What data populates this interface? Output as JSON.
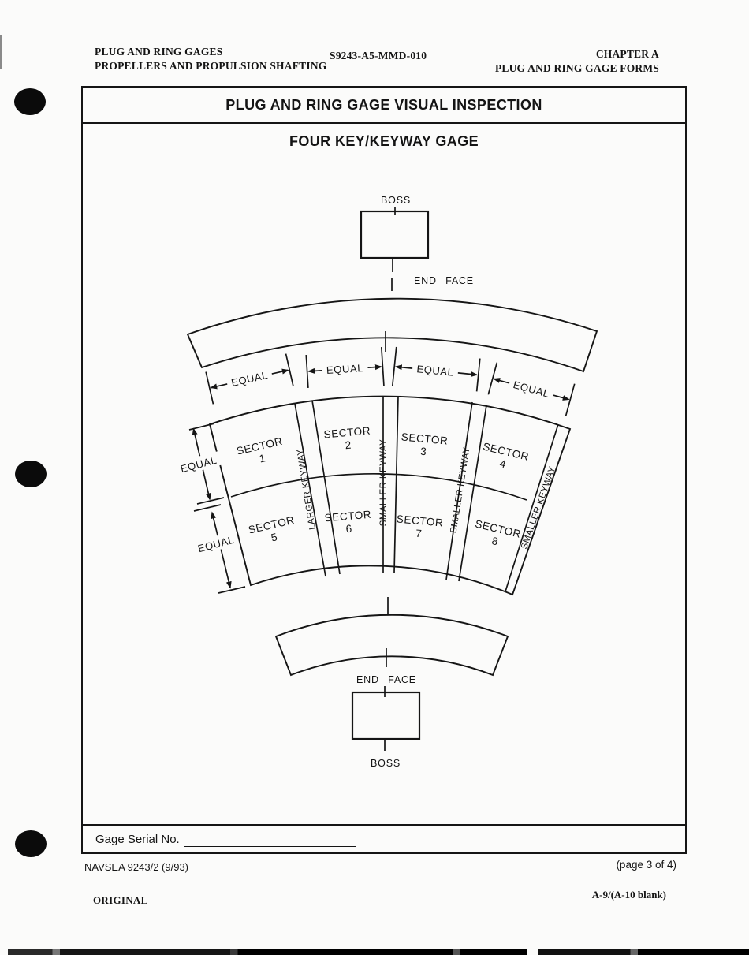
{
  "page_header": {
    "left_line1": "PLUG AND RING GAGES",
    "left_line2": "PROPELLERS AND PROPULSION SHAFTING",
    "doc_number": "S9243-A5-MMD-010",
    "right_line1": "CHAPTER A",
    "right_line2": "PLUG AND RING GAGE FORMS"
  },
  "form": {
    "title": "PLUG AND RING GAGE VISUAL INSPECTION",
    "subtitle": "FOUR KEY/KEYWAY GAGE",
    "serial_label": "Gage Serial No.",
    "serial_value": ""
  },
  "diagram": {
    "boss_top": "BOSS",
    "end_face_top": "END FACE",
    "end_face_bottom": "END FACE",
    "boss_bottom": "BOSS",
    "equal_top": [
      "EQUAL",
      "EQUAL",
      "EQUAL",
      "EQUAL"
    ],
    "equal_left": [
      "EQUAL",
      "EQUAL"
    ],
    "sectors": [
      {
        "word": "SECTOR",
        "num": "1"
      },
      {
        "word": "SECTOR",
        "num": "2"
      },
      {
        "word": "SECTOR",
        "num": "3"
      },
      {
        "word": "SECTOR",
        "num": "4"
      },
      {
        "word": "SECTOR",
        "num": "5"
      },
      {
        "word": "SECTOR",
        "num": "6"
      },
      {
        "word": "SECTOR",
        "num": "7"
      },
      {
        "word": "SECTOR",
        "num": "8"
      }
    ],
    "keyways": [
      "LARGER KEYWAY",
      "SMALLER KEYWAY",
      "SMALLER KEYWAY",
      "SMALLER KEYWAY"
    ]
  },
  "page_footer": {
    "form_number": "NAVSEA 9243/2 (9/93)",
    "page_info": "(page 3 of 4)",
    "original_stamp": "ORIGINAL",
    "page_ref": "A-9/(A-10 blank)"
  }
}
